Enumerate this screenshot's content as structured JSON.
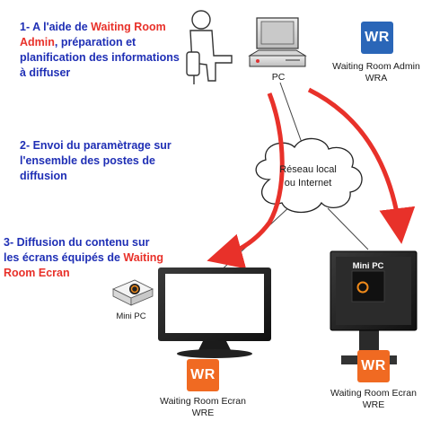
{
  "colors": {
    "blue_text": "#1f2fb5",
    "red_text": "#e8312a",
    "arrow": "#e8312a",
    "wra_logo": "#2a66b8",
    "wre_logo": "#f06a22"
  },
  "steps": [
    {
      "prefix": "1- A l'aide de ",
      "highlight": "Waiting Room Admin",
      "suffix": ", préparation et planification des informations à diffuser"
    },
    {
      "text": "2- Envoi du paramètrage sur l'ensemble des postes de diffusion"
    },
    {
      "prefix": "3- Diffusion du contenu sur les écrans équipés de ",
      "highlight": "Waiting Room Ecran"
    }
  ],
  "pc_label": "PC",
  "wra": {
    "logo": "WR",
    "line1": "Waiting Room Admin",
    "line2": "WRA"
  },
  "cloud": {
    "line1": "Réseau local",
    "line2": "ou Internet"
  },
  "mini_pc_label": "Mini PC",
  "mini_pc_overlay": "Mini PC",
  "wre_left": {
    "logo": "WR",
    "line1": "Waiting Room Ecran",
    "line2": "WRE"
  },
  "wre_right": {
    "logo": "WR",
    "line1": "Waiting Room Ecran",
    "line2": "WRE"
  },
  "icons": [
    "user-icon",
    "desktop-pc-icon",
    "cloud-icon",
    "mini-pc-icon",
    "widescreen-monitor-icon",
    "square-monitor-icon"
  ]
}
